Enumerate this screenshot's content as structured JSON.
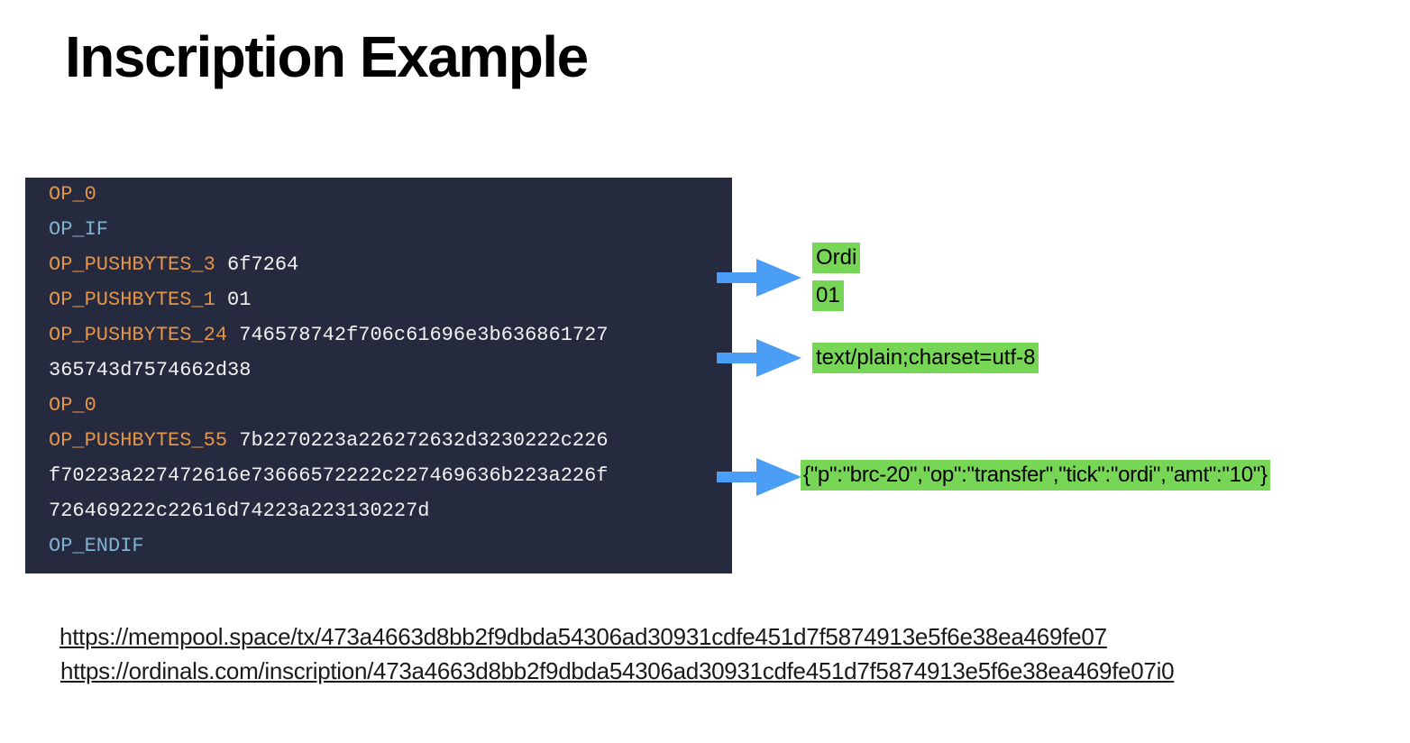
{
  "title": "Inscription Example",
  "code": {
    "lines": [
      {
        "op": "OP_0",
        "op_color": "orange",
        "value": ""
      },
      {
        "op": "OP_IF",
        "op_color": "blue",
        "value": ""
      },
      {
        "op": "OP_PUSHBYTES_3",
        "op_color": "orange",
        "value": " 6f7264"
      },
      {
        "op": "OP_PUSHBYTES_1",
        "op_color": "orange",
        "value": " 01"
      },
      {
        "op": "OP_PUSHBYTES_24",
        "op_color": "orange",
        "value": " 746578742f706c61696e3b636861727"
      },
      {
        "op": "",
        "op_color": "orange",
        "value": "365743d7574662d38"
      },
      {
        "op": "OP_0",
        "op_color": "orange",
        "value": ""
      },
      {
        "op": "OP_PUSHBYTES_55",
        "op_color": "orange",
        "value": " 7b2270223a226272632d3230222c226"
      },
      {
        "op": "",
        "op_color": "orange",
        "value": "f70223a227472616e73666572222c227469636b223a226f"
      },
      {
        "op": "",
        "op_color": "orange",
        "value": "726469222c22616d74223a223130227d"
      },
      {
        "op": "OP_ENDIF",
        "op_color": "blue",
        "value": ""
      }
    ]
  },
  "labels": {
    "ordi": "Ordi",
    "version": "01",
    "content_type": "text/plain;charset=utf-8",
    "payload": "{\"p\":\"brc-20\",\"op\":\"transfer\",\"tick\":\"ordi\",\"amt\":\"10\"}"
  },
  "links": {
    "mempool": "https://mempool.space/tx/473a4663d8bb2f9dbda54306ad30931cdfe451d7f5874913e5f6e38ea469fe07",
    "ordinals": "https://ordinals.com/inscription/473a4663d8bb2f9dbda54306ad30931cdfe451d7f5874913e5f6e38ea469fe07i0"
  },
  "colors": {
    "code_bg": "#252a3f",
    "op_orange": "#e59548",
    "op_blue": "#7fb4d1",
    "arrow": "#4a9ef5",
    "label_bg": "#77d655"
  }
}
